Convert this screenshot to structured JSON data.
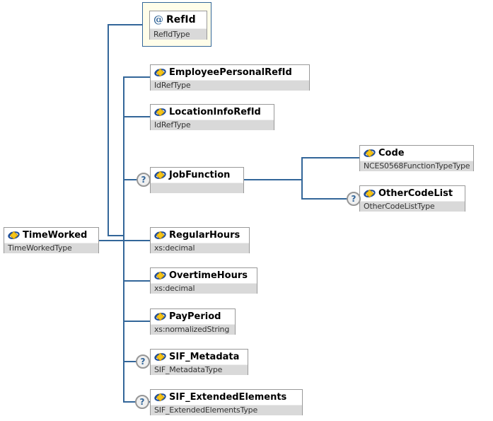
{
  "ui": {
    "attribute_marker": "@",
    "optional_marker": "?"
  },
  "nodes": [
    {
      "name": "TimeWorked",
      "type": "TimeWorkedType",
      "role": "root",
      "optional": false
    },
    {
      "name": "RefId",
      "type": "RefIdType",
      "role": "attribute",
      "optional": false
    },
    {
      "name": "EmployeePersonalRefId",
      "type": "IdRefType",
      "role": "element",
      "optional": false
    },
    {
      "name": "LocationInfoRefId",
      "type": "IdRefType",
      "role": "element",
      "optional": false
    },
    {
      "name": "JobFunction",
      "type": "",
      "role": "element",
      "optional": true
    },
    {
      "name": "Code",
      "type": "NCES0568FunctionTypeType",
      "role": "element",
      "optional": false
    },
    {
      "name": "OtherCodeList",
      "type": "OtherCodeListType",
      "role": "element",
      "optional": true
    },
    {
      "name": "RegularHours",
      "type": "xs:decimal",
      "role": "element",
      "optional": false
    },
    {
      "name": "OvertimeHours",
      "type": "xs:decimal",
      "role": "element",
      "optional": false
    },
    {
      "name": "PayPeriod",
      "type": "xs:normalizedString",
      "role": "element",
      "optional": false
    },
    {
      "name": "SIF_Metadata",
      "type": "SIF_MetadataType",
      "role": "element",
      "optional": true
    },
    {
      "name": "SIF_ExtendedElements",
      "type": "SIF_ExtendedElementsType",
      "role": "element",
      "optional": true
    }
  ],
  "colors": {
    "connector": "#336699",
    "box_border": "#999999",
    "type_band_bg": "#d9d9d9",
    "attribute_frame_bg": "#fffde9",
    "icon_yellow": "#f5c518",
    "icon_blue": "#1f4e99",
    "optional_marker_text": "#336699"
  }
}
